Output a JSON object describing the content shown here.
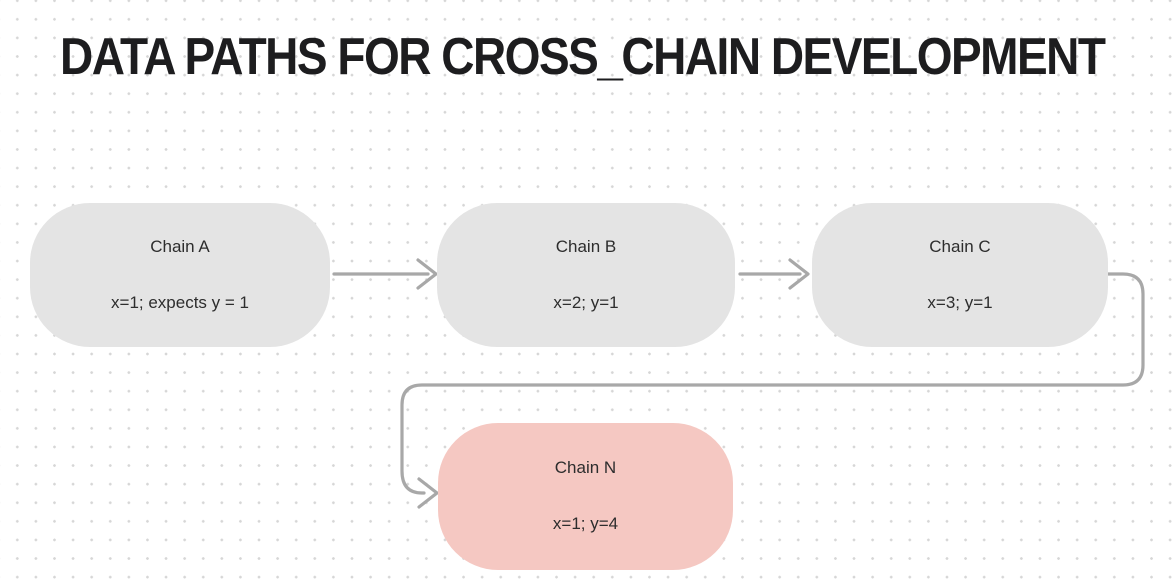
{
  "title": "DATA PATHS FOR CROSS_CHAIN DEVELOPMENT",
  "nodes": [
    {
      "id": "chain-a",
      "label": "Chain A",
      "value": "x=1; expects y = 1",
      "variant": "gray"
    },
    {
      "id": "chain-b",
      "label": "Chain B",
      "value": "x=2; y=1",
      "variant": "gray"
    },
    {
      "id": "chain-c",
      "label": "Chain C",
      "value": "x=3; y=1",
      "variant": "gray"
    },
    {
      "id": "chain-n",
      "label": "Chain N",
      "value": "x=1; y=4",
      "variant": "pink"
    }
  ],
  "edges": [
    {
      "from": "Chain A",
      "to": "Chain B"
    },
    {
      "from": "Chain B",
      "to": "Chain C"
    },
    {
      "from": "Chain C",
      "to": "Chain N"
    }
  ],
  "colors": {
    "background": "#ffffff",
    "dot": "#d6d6d6",
    "node-gray": "#e4e4e4",
    "node-pink": "#f5c8c2",
    "connector": "#a8a8a8",
    "title-text": "#1d1d1f",
    "node-text": "#2d2d2d"
  }
}
